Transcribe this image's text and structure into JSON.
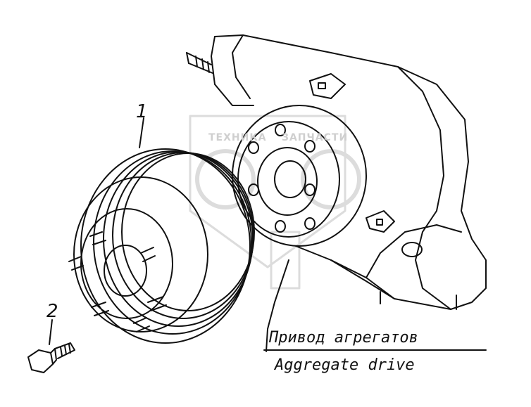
{
  "callouts": {
    "part1": "1",
    "part2": "2"
  },
  "caption": {
    "ru": "Привод агрегатов",
    "en": "Aggregate drive"
  },
  "watermark": {
    "left": "ТЕХНИКА",
    "right": "ЗАПЧАСТИ"
  },
  "colors": {
    "line": "#111111",
    "watermark": "#d4d4d4",
    "background": "#ffffff"
  }
}
